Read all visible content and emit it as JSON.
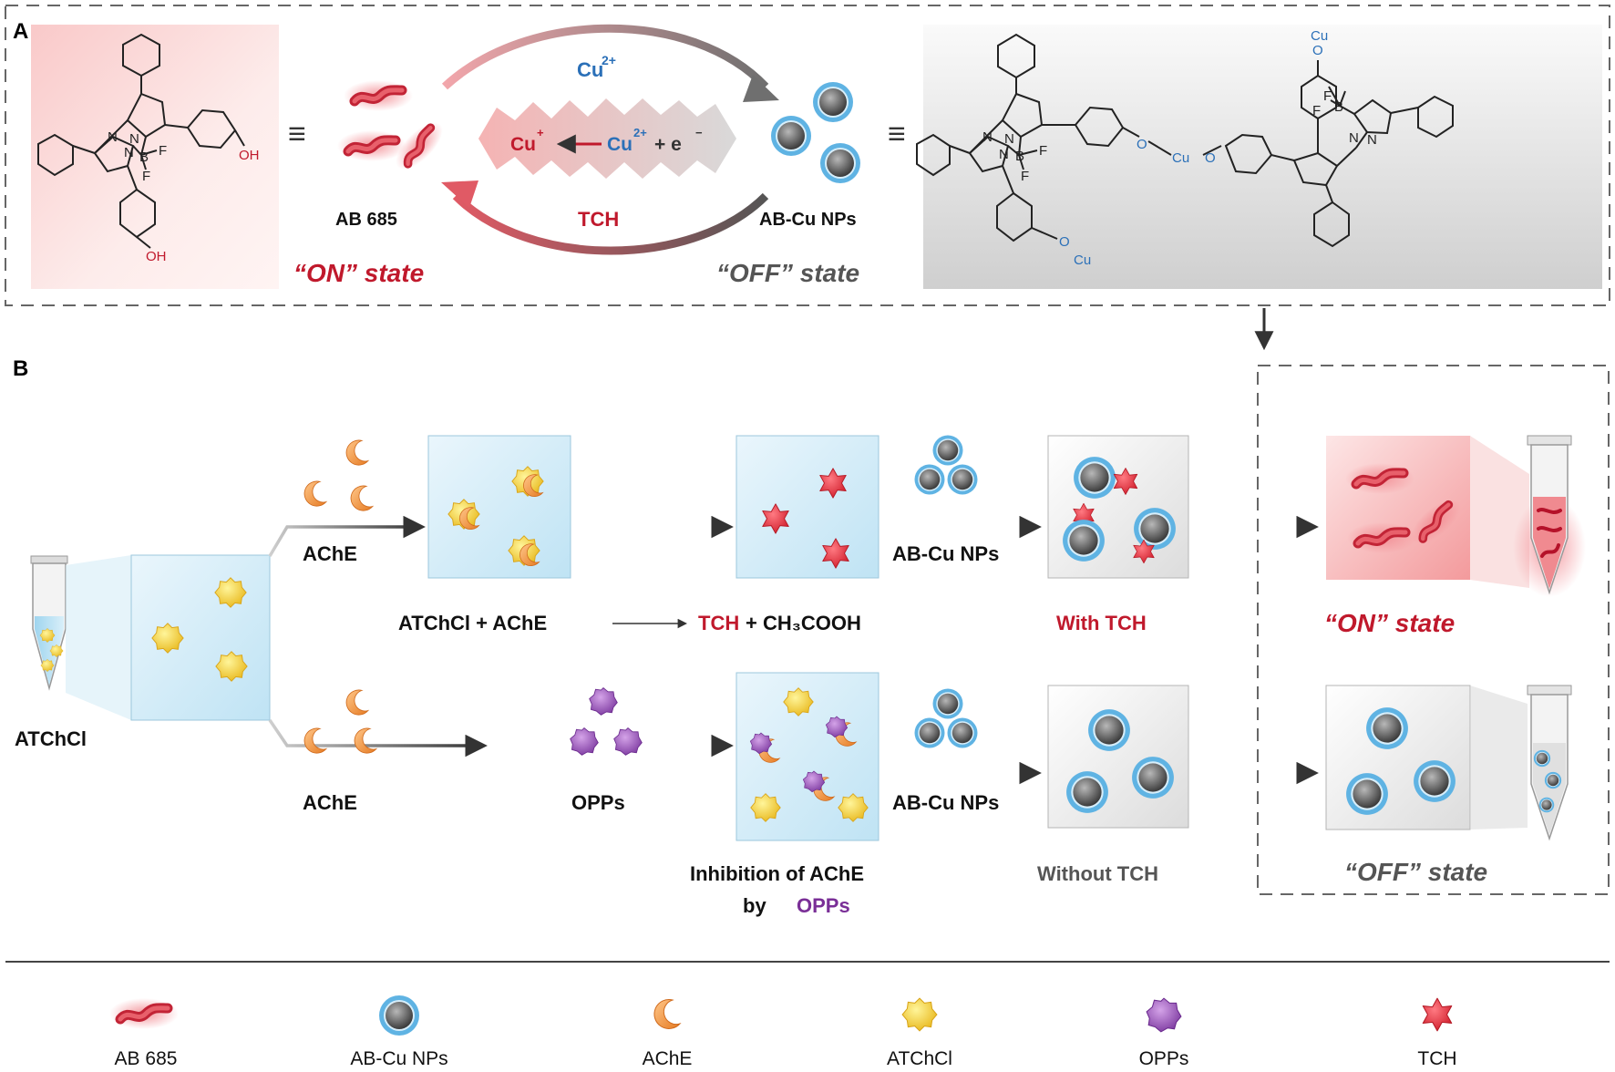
{
  "panel_a": {
    "label": "A",
    "probe_name": "AB 685",
    "nps_name": "AB-Cu NPs",
    "on_state": "“ON” state",
    "off_state": "“OFF” state",
    "cu2_label": "Cu",
    "cu2_sup": "2+",
    "tch_label": "TCH",
    "redox_cu1": "Cu",
    "redox_cu1_sup": "+",
    "redox_cu2": "Cu",
    "redox_cu2_sup": "2+",
    "redox_plus_e": "+ e",
    "redox_e_sup": "−",
    "equiv": "≡",
    "chem_oh": "OH",
    "chem_cu": "Cu",
    "chem_n": "N",
    "chem_b": "B",
    "chem_f": "F",
    "chem_o": "O"
  },
  "panel_b": {
    "label": "B",
    "atchcl": "ATChCl",
    "ache_top": "AChE",
    "ache_bottom": "AChE",
    "opps": "OPPs",
    "nps_top": "AB-Cu NPs",
    "nps_bottom": "AB-Cu NPs",
    "reaction_left": "ATChCl + AChE",
    "reaction_tch": "TCH",
    "reaction_right": "+ CH₃COOH",
    "with_tch": "With TCH",
    "without_tch": "Without TCH",
    "inhibition_line1": "Inhibition of AChE",
    "inhibition_by": "by",
    "inhibition_opps": "OPPs",
    "on_state": "“ON” state",
    "off_state": "“OFF” state"
  },
  "legend": {
    "items": [
      "AB 685",
      "AB-Cu NPs",
      "AChE",
      "ATChCl",
      "OPPs",
      "TCH"
    ]
  },
  "colors": {
    "red_text": "#c0192c",
    "blue_text": "#2b5da8",
    "purple_text": "#7a2f97",
    "gray_text": "#555555",
    "panel_border": "#666666"
  }
}
